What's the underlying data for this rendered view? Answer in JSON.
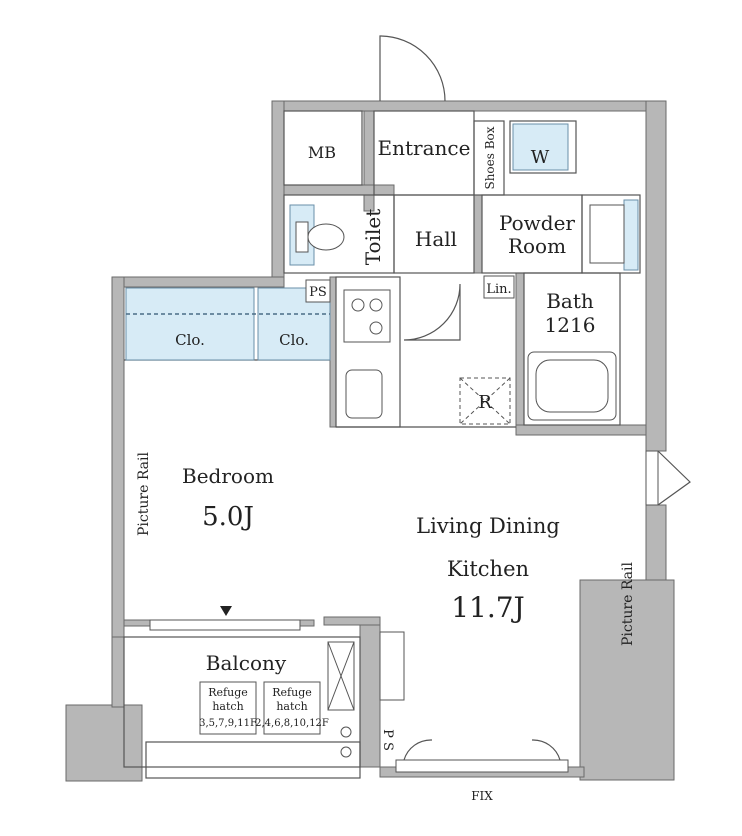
{
  "rooms": {
    "mb": "MB",
    "entrance": "Entrance",
    "shoes_box": "Shoes Box",
    "washer": "W",
    "toilet": "Toilet",
    "hall": "Hall",
    "powder_room_line1": "Powder",
    "powder_room_line2": "Room",
    "ps_top": "PS",
    "linen": "Lin.",
    "bath": "Bath",
    "bath_size": "1216",
    "closet_1": "Clo.",
    "closet_2": "Clo.",
    "refrigerator": "R",
    "bedroom": "Bedroom",
    "bedroom_size": "5.0J",
    "picture_rail_left": "Picture Rail",
    "ldk_line1": "Living Dining",
    "ldk_line2": "Kitchen",
    "ldk_size": "11.7J",
    "picture_rail_right": "Picture Rail",
    "balcony": "Balcony",
    "hatch1_line1": "Refuge",
    "hatch1_line2": "hatch",
    "hatch1_floors": "3,5,7,9,11F",
    "hatch2_line1": "Refuge",
    "hatch2_line2": "hatch",
    "hatch2_floors": "2,4,6,8,10,12F",
    "ps_bottom": "P S",
    "fix": "FIX"
  },
  "colors": {
    "wall": "#b7b7b7",
    "closet_blue": "#d7ebf6",
    "line": "#555555"
  }
}
